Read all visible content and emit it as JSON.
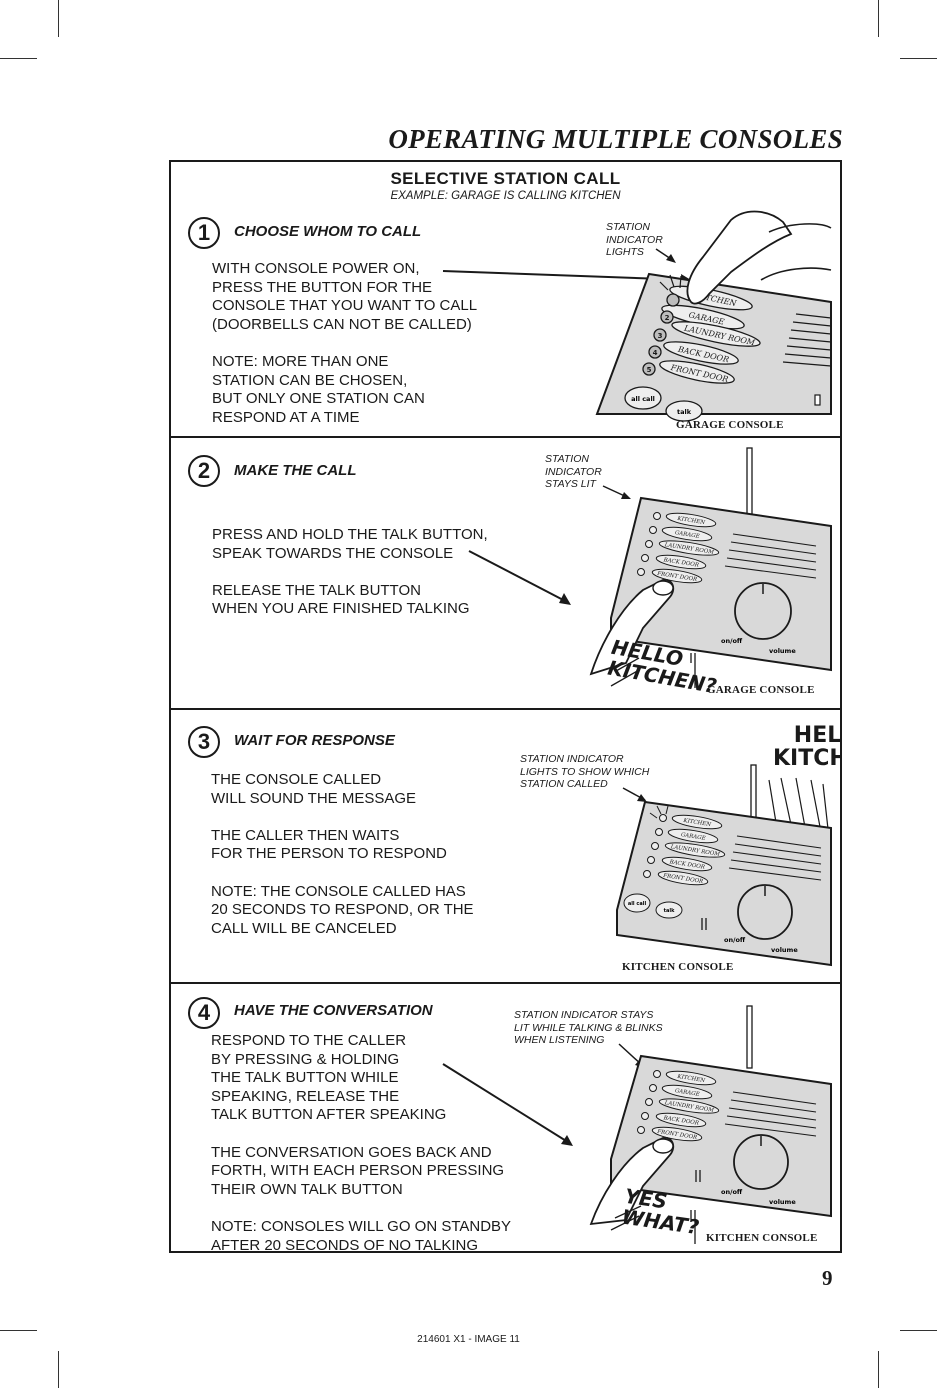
{
  "page_title": "OPERATING MULTIPLE CONSOLES",
  "section": {
    "title": "SELECTIVE STATION CALL",
    "subtitle": "EXAMPLE: GARAGE IS CALLING KITCHEN"
  },
  "console_buttons": {
    "numbers": [
      "1",
      "2",
      "3",
      "4",
      "5"
    ],
    "labels": [
      "KITCHEN",
      "GARAGE",
      "LAUNDRY ROOM",
      "BACK DOOR",
      "FRONT DOOR"
    ],
    "all_call": "all call",
    "talk": "talk",
    "on_off": "on/off",
    "volume": "volume"
  },
  "steps": [
    {
      "number": "1",
      "title": "CHOOSE WHOM TO CALL",
      "body": "WITH CONSOLE POWER ON,\nPRESS THE BUTTON FOR THE\nCONSOLE THAT YOU WANT TO CALL\n(DOORBELLS CAN NOT BE CALLED)\n\nNOTE: MORE THAN ONE\nSTATION CAN BE CHOSEN,\nBUT ONLY ONE STATION CAN\nRESPOND AT A TIME",
      "callout": "STATION\nINDICATOR\nLIGHTS",
      "console_label": "GARAGE CONSOLE"
    },
    {
      "number": "2",
      "title": "MAKE THE CALL",
      "body": "PRESS AND HOLD THE TALK BUTTON,\nSPEAK TOWARDS THE CONSOLE\n\nRELEASE THE TALK BUTTON\nWHEN YOU ARE FINISHED TALKING",
      "callout": "STATION\nINDICATOR\nSTAYS LIT",
      "console_label": "GARAGE CONSOLE",
      "speech": "HELLO\nKITCHEN?"
    },
    {
      "number": "3",
      "title": "WAIT FOR RESPONSE",
      "body": "THE CONSOLE CALLED\nWILL SOUND THE MESSAGE\n\nTHE CALLER THEN WAITS\nFOR THE PERSON TO RESPOND\n\nNOTE: THE CONSOLE CALLED HAS\n20 SECONDS TO RESPOND, OR THE\nCALL WILL BE CANCELED",
      "callout": "STATION INDICATOR\nLIGHTS TO SHOW WHICH\nSTATION CALLED",
      "console_label": "KITCHEN CONSOLE",
      "speech": "HELLO\nKITCHEN?"
    },
    {
      "number": "4",
      "title": "HAVE THE CONVERSATION",
      "body": "RESPOND TO THE CALLER\nBY PRESSING & HOLDING\nTHE TALK BUTTON WHILE\nSPEAKING, RELEASE THE\nTALK BUTTON AFTER SPEAKING\n\nTHE CONVERSATION GOES BACK AND\nFORTH, WITH EACH PERSON PRESSING\nTHEIR OWN TALK BUTTON\n\nNOTE: CONSOLES WILL GO ON STANDBY\nAFTER 20 SECONDS OF NO TALKING",
      "callout": "STATION INDICATOR STAYS\nLIT WHILE TALKING & BLINKS\nWHEN LISTENING",
      "console_label": "KITCHEN CONSOLE",
      "speech": "YES\nWHAT?"
    }
  ],
  "page_number": "9",
  "footer_code": "214601 X1 - IMAGE 11",
  "colors": {
    "ink": "#1a1a1a",
    "console_fill": "#d9d9d9",
    "paper": "#ffffff"
  }
}
